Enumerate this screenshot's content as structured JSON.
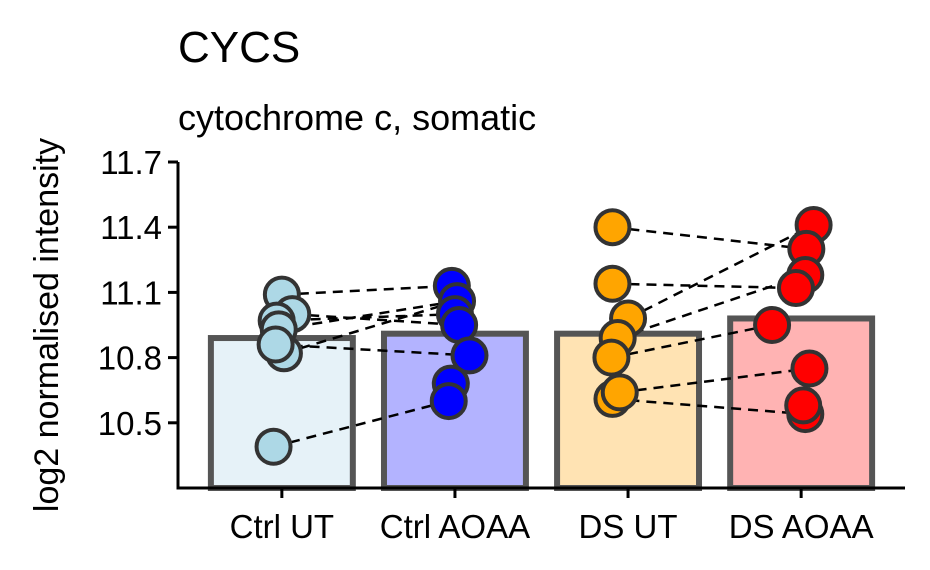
{
  "chart_data": {
    "type": "bar",
    "title": "CYCS",
    "subtitle": "cytochrome c, somatic",
    "xlabel": "",
    "ylabel": "log2 normalised intensity",
    "ylim": [
      10.2,
      11.7
    ],
    "yticks": [
      10.5,
      10.8,
      11.1,
      11.4,
      11.7
    ],
    "grid": false,
    "categories": [
      "Ctrl UT",
      "Ctrl AOAA",
      "DS UT",
      "DS AOAA"
    ],
    "values": [
      10.89,
      10.91,
      10.91,
      10.98
    ],
    "bar_fill_colors": [
      "#e6f2f8",
      "#b3b3ff",
      "#ffe3b3",
      "#ffb3b3"
    ],
    "point_colors": [
      "#add8e6",
      "#0000ff",
      "#ffa500",
      "#ff0000"
    ],
    "bar_edge_color": "#555555",
    "points": [
      [
        {
          "offset": 0.0,
          "value": 11.09
        },
        {
          "offset": 0.1,
          "value": 11.0
        },
        {
          "offset": -0.05,
          "value": 10.97
        },
        {
          "offset": -0.03,
          "value": 10.93
        },
        {
          "offset": 0.02,
          "value": 10.82
        },
        {
          "offset": -0.06,
          "value": 10.86
        },
        {
          "offset": -0.08,
          "value": 10.39
        }
      ],
      [
        {
          "offset": -0.03,
          "value": 11.13
        },
        {
          "offset": 0.02,
          "value": 11.06
        },
        {
          "offset": 0.0,
          "value": 11.0
        },
        {
          "offset": 0.04,
          "value": 10.95
        },
        {
          "offset": 0.14,
          "value": 10.81
        },
        {
          "offset": -0.04,
          "value": 10.68
        },
        {
          "offset": -0.06,
          "value": 10.6
        }
      ],
      [
        {
          "offset": -0.15,
          "value": 11.4
        },
        {
          "offset": -0.15,
          "value": 11.14
        },
        {
          "offset": 0.0,
          "value": 10.98
        },
        {
          "offset": -0.1,
          "value": 10.89
        },
        {
          "offset": -0.16,
          "value": 10.8
        },
        {
          "offset": -0.15,
          "value": 10.61
        },
        {
          "offset": -0.08,
          "value": 10.64
        }
      ],
      [
        {
          "offset": 0.12,
          "value": 11.41
        },
        {
          "offset": 0.05,
          "value": 11.3
        },
        {
          "offset": 0.04,
          "value": 11.18
        },
        {
          "offset": -0.05,
          "value": 11.12
        },
        {
          "offset": -0.28,
          "value": 10.95
        },
        {
          "offset": 0.08,
          "value": 10.75
        },
        {
          "offset": 0.04,
          "value": 10.54
        },
        {
          "offset": 0.02,
          "value": 10.58
        }
      ]
    ],
    "pairs": [
      [
        [
          0,
          0
        ],
        [
          1,
          0
        ]
      ],
      [
        [
          0,
          2
        ],
        [
          1,
          2
        ]
      ],
      [
        [
          0,
          1
        ],
        [
          1,
          3
        ]
      ],
      [
        [
          0,
          3
        ],
        [
          1,
          1
        ]
      ],
      [
        [
          0,
          5
        ],
        [
          1,
          4
        ]
      ],
      [
        [
          0,
          4
        ],
        [
          1,
          1
        ]
      ],
      [
        [
          0,
          6
        ],
        [
          1,
          6
        ]
      ],
      [
        [
          2,
          0
        ],
        [
          3,
          1
        ]
      ],
      [
        [
          2,
          1
        ],
        [
          3,
          3
        ]
      ],
      [
        [
          2,
          2
        ],
        [
          3,
          0
        ]
      ],
      [
        [
          2,
          3
        ],
        [
          3,
          2
        ]
      ],
      [
        [
          2,
          4
        ],
        [
          3,
          4
        ]
      ],
      [
        [
          2,
          5
        ],
        [
          3,
          6
        ]
      ],
      [
        [
          2,
          6
        ],
        [
          3,
          5
        ]
      ]
    ]
  }
}
